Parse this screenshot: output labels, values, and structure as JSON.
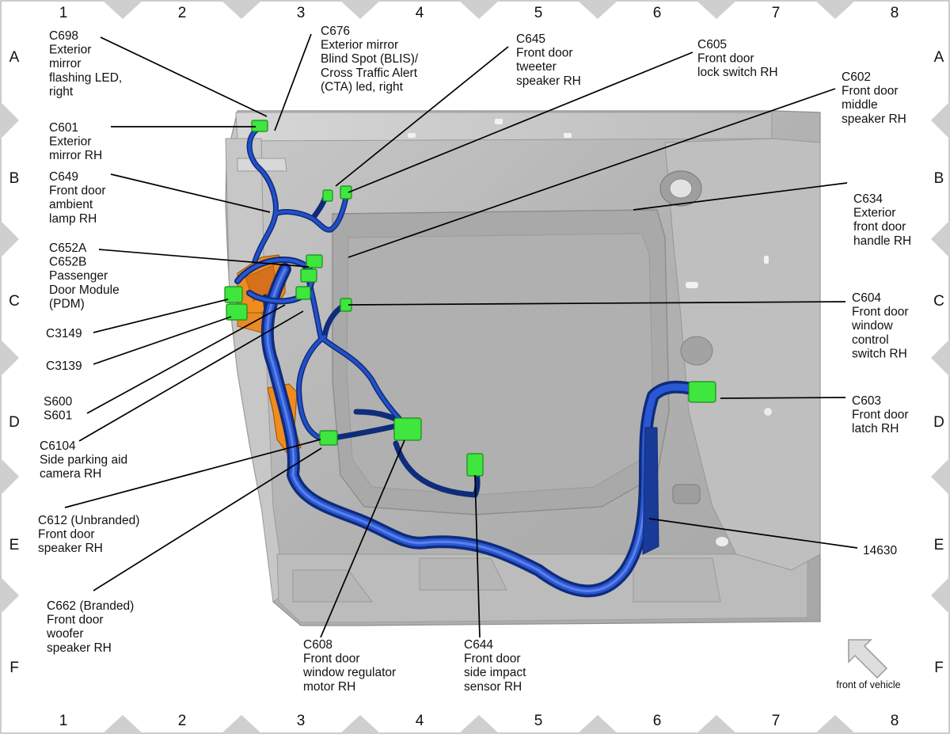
{
  "grid": {
    "columns": [
      "1",
      "2",
      "3",
      "4",
      "5",
      "6",
      "7",
      "8"
    ],
    "rows": [
      "A",
      "B",
      "C",
      "D",
      "E",
      "F"
    ]
  },
  "callouts": [
    {
      "id": "c698",
      "lines": [
        "C698",
        "Exterior",
        "mirror",
        "flashing LED,",
        "right"
      ]
    },
    {
      "id": "c676",
      "lines": [
        "C676",
        "Exterior mirror",
        "Blind Spot (BLIS)/",
        "Cross Traffic Alert",
        "(CTA) led, right"
      ]
    },
    {
      "id": "c645",
      "lines": [
        "C645",
        "Front door",
        "tweeter",
        "speaker RH"
      ]
    },
    {
      "id": "c605",
      "lines": [
        "C605",
        "Front door",
        "lock switch RH"
      ]
    },
    {
      "id": "c602",
      "lines": [
        "C602",
        "Front door",
        "middle",
        "speaker RH"
      ]
    },
    {
      "id": "c601",
      "lines": [
        "C601",
        "Exterior",
        "mirror RH"
      ]
    },
    {
      "id": "c649",
      "lines": [
        "C649",
        "Front door",
        "ambient",
        "lamp RH"
      ]
    },
    {
      "id": "c634",
      "lines": [
        "C634",
        "Exterior",
        "front door",
        "handle RH"
      ]
    },
    {
      "id": "c652",
      "lines": [
        "C652A",
        "C652B",
        "Passenger",
        "Door Module",
        "(PDM)"
      ]
    },
    {
      "id": "c604",
      "lines": [
        "C604",
        "Front door",
        "window",
        "control",
        "switch RH"
      ]
    },
    {
      "id": "c3149",
      "lines": [
        "C3149"
      ]
    },
    {
      "id": "c3139",
      "lines": [
        "C3139"
      ]
    },
    {
      "id": "s600",
      "lines": [
        "S600",
        "S601"
      ]
    },
    {
      "id": "c603",
      "lines": [
        "C603",
        "Front door",
        "latch RH"
      ]
    },
    {
      "id": "c6104",
      "lines": [
        "C6104",
        "Side parking aid",
        "camera RH"
      ]
    },
    {
      "id": "c612",
      "lines": [
        "C612  (Unbranded)",
        "Front door",
        "speaker RH"
      ]
    },
    {
      "id": "h14630",
      "lines": [
        "14630"
      ]
    },
    {
      "id": "c662",
      "lines": [
        "C662 (Branded)",
        "Front door",
        "woofer",
        "speaker RH"
      ]
    },
    {
      "id": "c608",
      "lines": [
        "C608",
        "Front door",
        "window regulator",
        "motor RH"
      ]
    },
    {
      "id": "c644",
      "lines": [
        "C644",
        "Front door",
        "side impact",
        "sensor RH"
      ]
    }
  ],
  "direction_indicator": {
    "label": "front of vehicle",
    "icon": "arrow-up-left-icon"
  },
  "colors": {
    "harness": "#1f3f9c",
    "connector": "#3ee63e",
    "pdm": "#f08c1e",
    "door_panel": "#b4b4b4",
    "frame_marker": "#c8c8c8"
  }
}
